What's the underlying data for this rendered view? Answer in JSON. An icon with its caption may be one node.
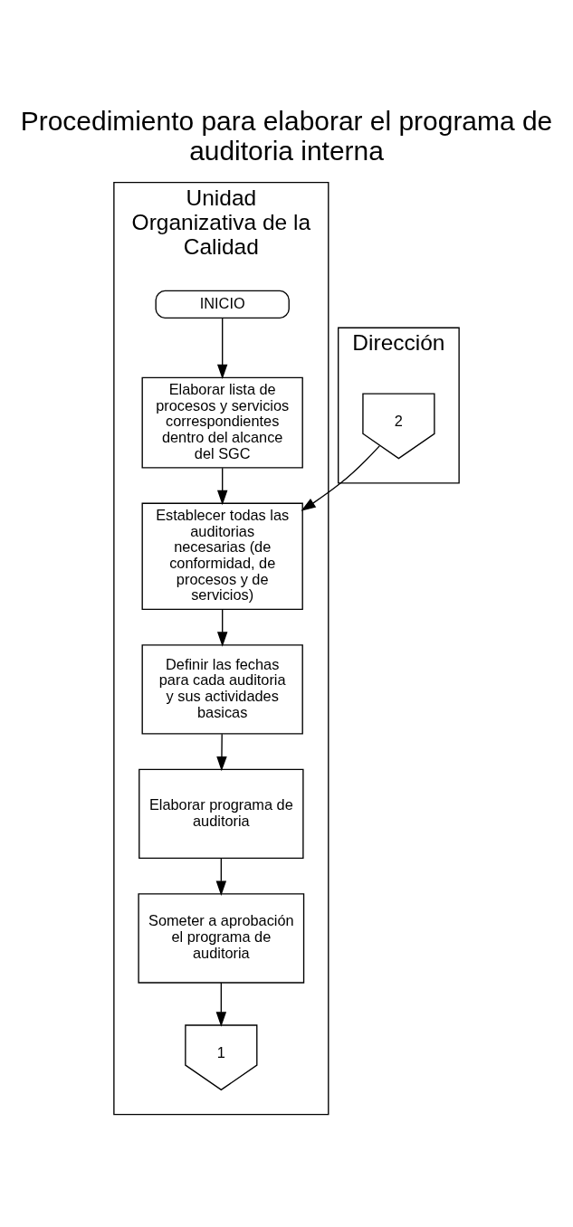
{
  "diagram": {
    "title": "Procedimiento para elaborar el programa de auditoria interna",
    "nodes": [
      {
        "text": [
          "Unidad Organizativa de la Calidad"
        ]
      },
      {
        "text": [
          "Dirección"
        ]
      },
      {
        "text": [
          "INICIO"
        ],
        "in": 0
      },
      {
        "text": [
          "Elaborar lista de procesos y servicios correspondientes dentro del alcance del SGC"
        ],
        "in": 0
      },
      {
        "text": [
          "Establecer todas las auditorias necesarias (de conformidad, de procesos y de servicios)"
        ],
        "in": 0
      },
      {
        "text": [
          "Definir las fechas para cada auditoria y sus actividades basicas"
        ],
        "in": 0
      },
      {
        "text": [
          "Elaborar programa de auditoria"
        ],
        "in": 0
      },
      {
        "text": [
          "Someter a aprobación el programa de auditoria"
        ],
        "in": 0
      },
      {
        "text": [
          "1"
        ],
        "in": 0
      },
      {
        "text": [
          "2"
        ],
        "in": 1
      }
    ],
    "edges": [
      {
        "from": 2,
        "to": 3,
        "arrow": "to"
      },
      {
        "from": 3,
        "to": 4,
        "arrow": "to"
      },
      {
        "from": 9,
        "to": 4,
        "arrow": "to"
      },
      {
        "from": 4,
        "to": 5,
        "arrow": "to"
      },
      {
        "from": 5,
        "to": 6,
        "arrow": "to"
      },
      {
        "from": 6,
        "to": 7,
        "arrow": "to"
      },
      {
        "from": 7,
        "to": 8,
        "arrow": "to"
      }
    ]
  }
}
